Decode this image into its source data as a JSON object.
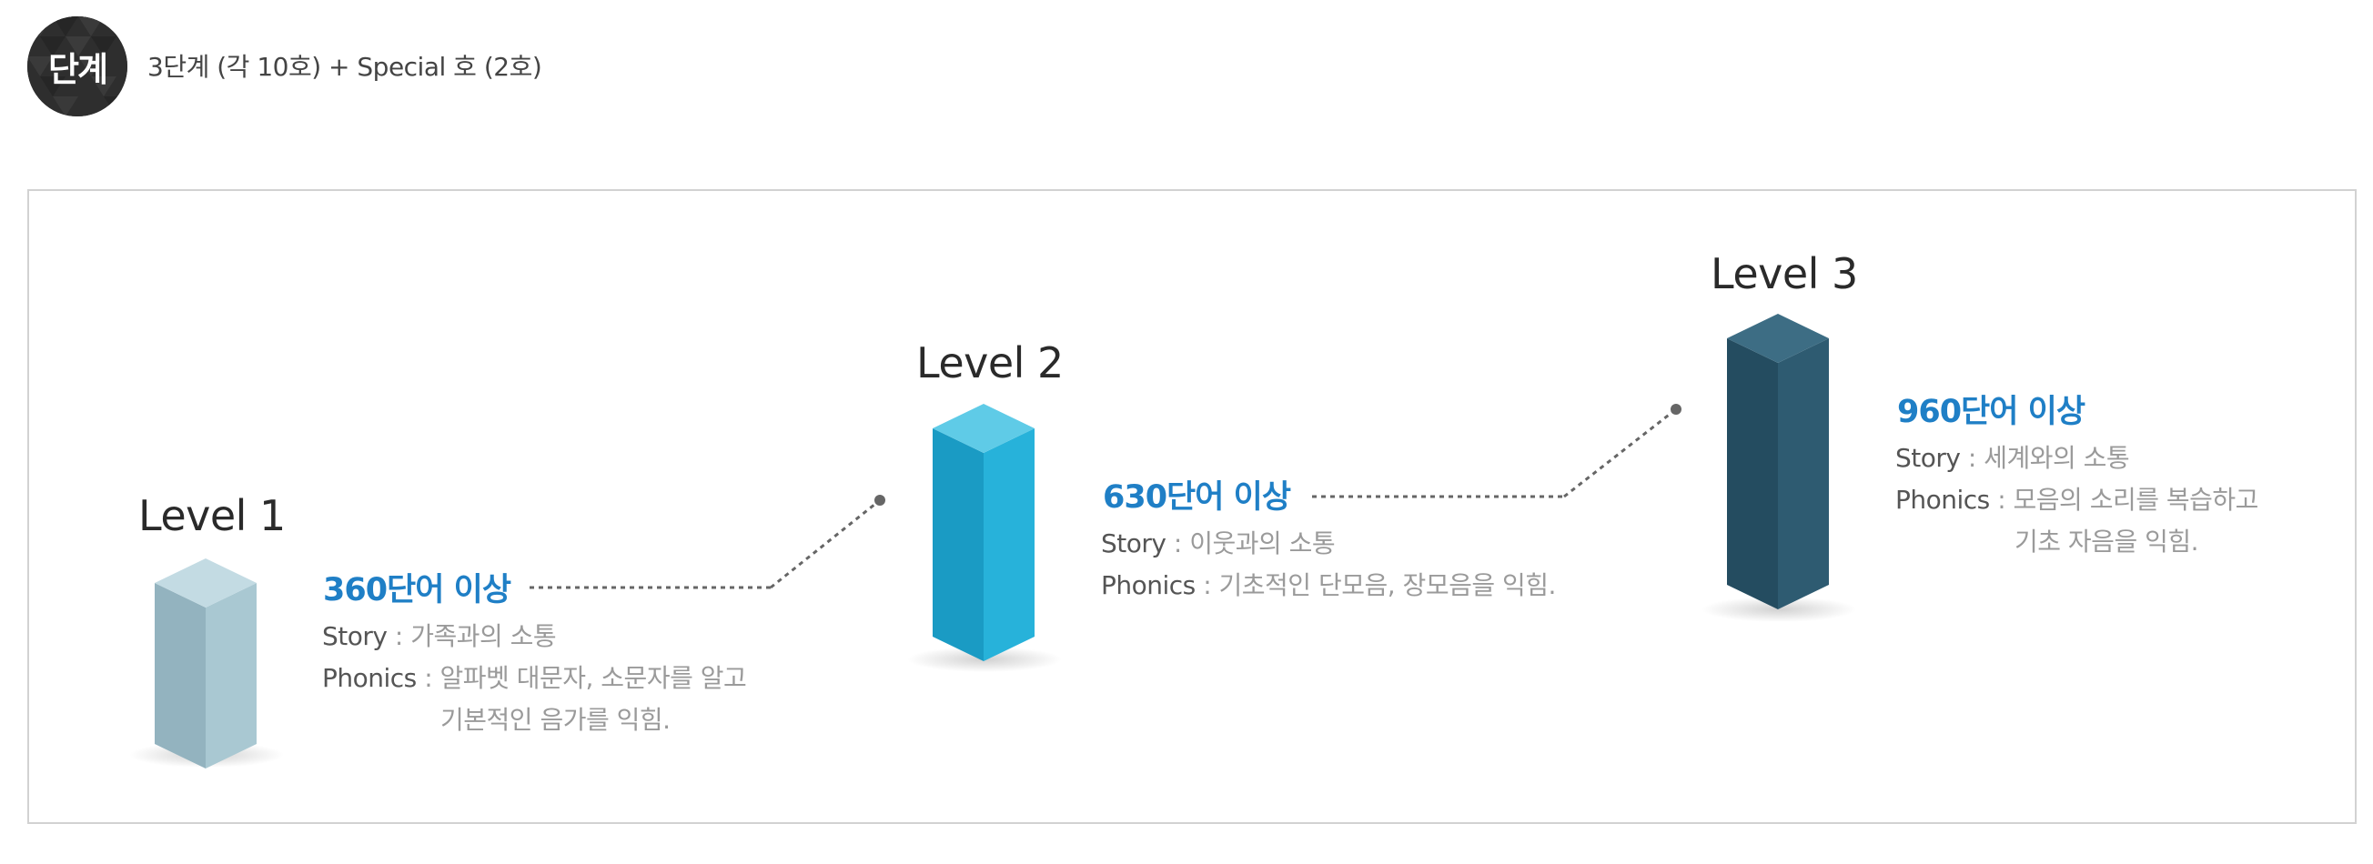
{
  "header": {
    "badge_label": "단계",
    "description": "3단계 (각 10호) + Special 호 (2호)"
  },
  "levels": [
    {
      "title": "Level 1",
      "words": "360단어 이상",
      "story_label": "Story",
      "story_value": "가족과의 소통",
      "phonics_label": "Phonics",
      "phonics_line1": "알파벳 대문자, 소문자를 알고",
      "phonics_line2": "기본적인 음가를 익힘.",
      "colors": {
        "front": "#a9c8d2",
        "side": "#93b3bf",
        "top": "#c3dbe3"
      }
    },
    {
      "title": "Level 2",
      "words": "630단어 이상",
      "story_label": "Story",
      "story_value": "이웃과의 소통",
      "phonics_label": "Phonics",
      "phonics_line1": "기초적인 단모음, 장모음을 익힘.",
      "colors": {
        "front": "#27b2da",
        "side": "#1a9bc4",
        "top": "#5fcbe7"
      }
    },
    {
      "title": "Level 3",
      "words": "960단어 이상",
      "story_label": "Story",
      "story_value": "세계와의 소통",
      "phonics_label": "Phonics",
      "phonics_line1": "모음의 소리를 복습하고",
      "phonics_line2": "기초 자음을 익힘.",
      "colors": {
        "front": "#2e5b71",
        "side": "#244c60",
        "top": "#3d6d84"
      }
    }
  ],
  "separator": ":"
}
